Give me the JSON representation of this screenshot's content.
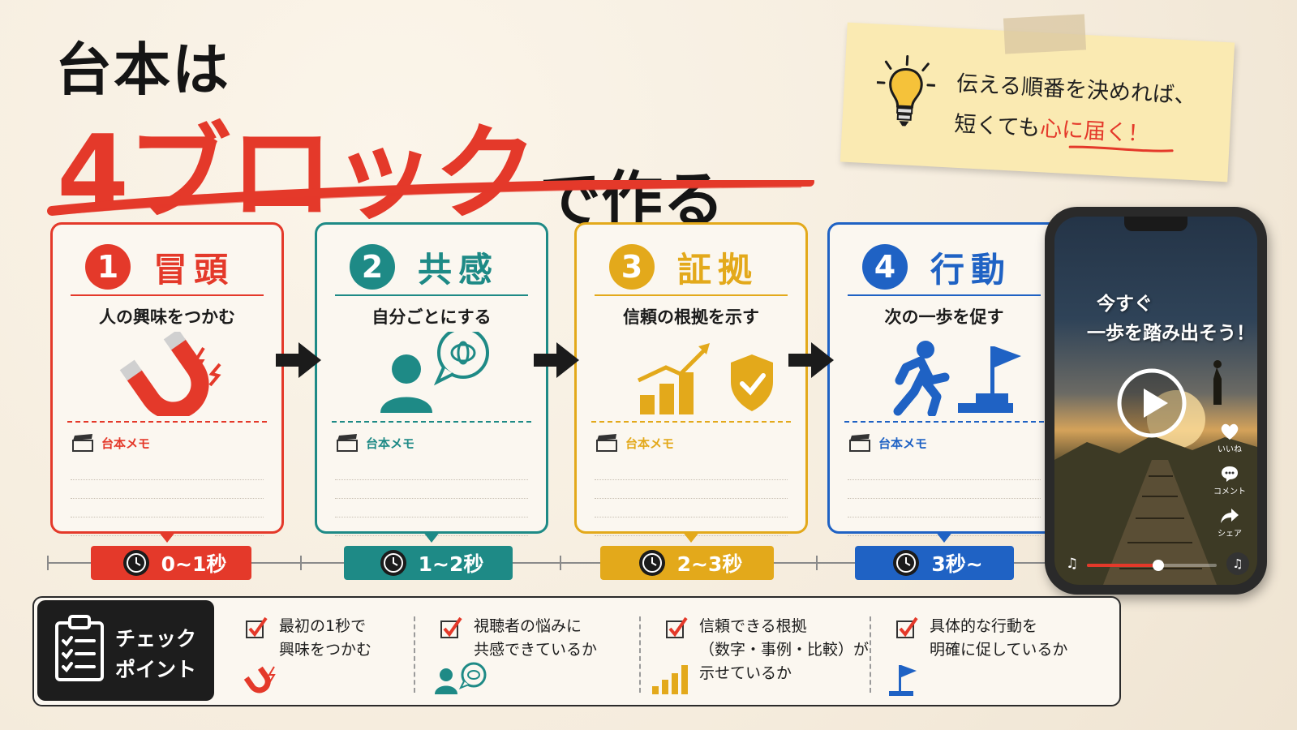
{
  "title": {
    "line1": "台本は",
    "highlight": "4ブロック",
    "suffix": "で作る"
  },
  "note": {
    "line1": "伝える順番を決めれば、",
    "line2_prefix": "短くても",
    "line2_highlight": "心に届く！"
  },
  "memo_label": "台本メモ",
  "colors": {
    "red": "#e4392a",
    "teal": "#1e8a86",
    "yellow": "#e3a91b",
    "blue": "#1f62c4"
  },
  "blocks": [
    {
      "number": "1",
      "title": "冒頭",
      "desc": "人の興味をつかむ",
      "icon": "magnet-icon",
      "time": "0~1秒"
    },
    {
      "number": "2",
      "title": "共感",
      "desc": "自分ごとにする",
      "icon": "person-thought-icon",
      "time": "1~2秒"
    },
    {
      "number": "3",
      "title": "証拠",
      "desc": "信頼の根拠を示す",
      "icon": "chart-shield-icon",
      "time": "2~3秒"
    },
    {
      "number": "4",
      "title": "行動",
      "desc": "次の一歩を促す",
      "icon": "runner-flag-icon",
      "time": "3秒~"
    }
  ],
  "phone": {
    "line1": "今すぐ",
    "line2": "一歩を踏み出そう！",
    "like": "いいね",
    "comment": "コメント",
    "share": "シェア",
    "progress": 0.55
  },
  "checkpoint": {
    "label_line1": "チェック",
    "label_line2": "ポイント",
    "items": [
      {
        "line1": "最初の1秒で",
        "line2": "興味をつかむ",
        "line3": ""
      },
      {
        "line1": "視聴者の悩みに",
        "line2": "共感できているか",
        "line3": ""
      },
      {
        "line1": "信頼できる根拠",
        "line2": "（数字・事例・比較）が",
        "line3": "示せているか"
      },
      {
        "line1": "具体的な行動を",
        "line2": "明確に促しているか",
        "line3": ""
      }
    ]
  }
}
